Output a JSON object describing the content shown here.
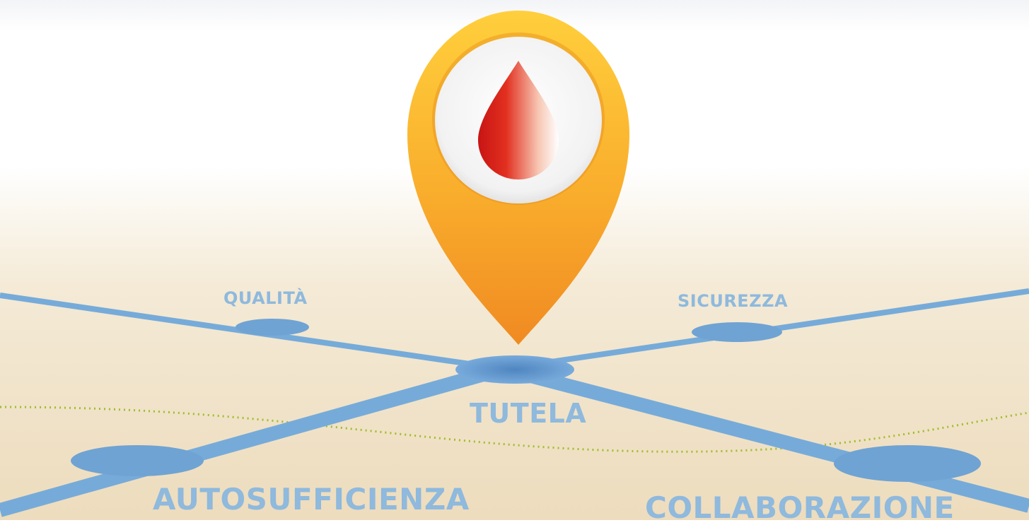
{
  "labels": {
    "qualita": "QUALITÀ",
    "sicurezza": "SICUREZZA",
    "tutela": "TUTELA",
    "autosufficienza": "AUTOSUFFICIENZA",
    "collaborazione": "COLLABORAZIONE"
  },
  "icons": {
    "pin": "map-pin-icon",
    "drop": "blood-drop-icon"
  },
  "colors": {
    "road": "#72a8d8",
    "node": "#6fa3d3",
    "label": "#8fb9dd",
    "pin_top": "#ffc83a",
    "pin_bottom": "#f08a22",
    "drop": "#d81f1f",
    "dotted_line": "#9fbe2c",
    "bg_top": "#ffffff",
    "bg_bottom": "#efdfc0"
  }
}
